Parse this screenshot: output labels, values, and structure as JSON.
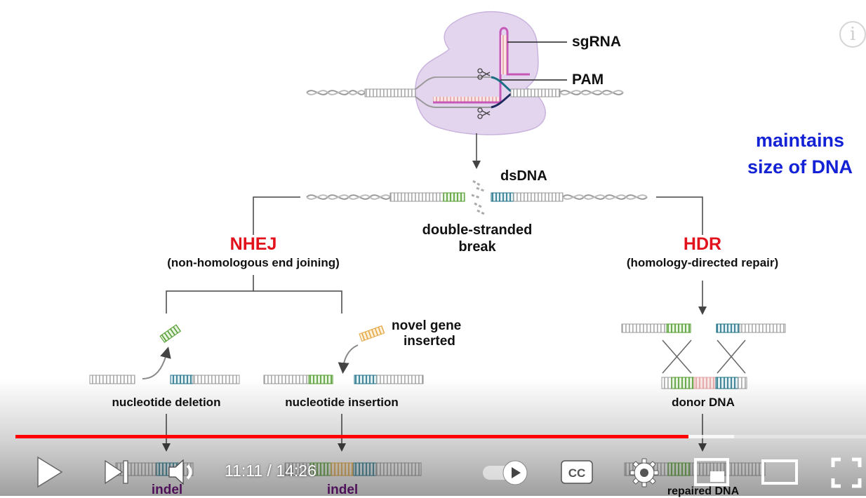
{
  "diagram": {
    "labels": {
      "sgrna": "sgRNA",
      "pam": "PAM",
      "maintains": "maintains",
      "size_of_dna": "size of DNA",
      "dsdna": "dsDNA",
      "dsb_line1": "double-stranded",
      "dsb_line2": "break",
      "nhej": "NHEJ",
      "nhej_full": "(non-homologous end joining)",
      "hdr": "HDR",
      "hdr_full": "(homology-directed repair)",
      "novel_line1": "novel gene",
      "novel_line2": "inserted",
      "deletion": "nucleotide deletion",
      "insertion": "nucleotide insertion",
      "donor": "donor DNA",
      "indel_left": "indel",
      "indel_right": "indel",
      "repaired": "repaired DNA"
    },
    "colors": {
      "red_label": "#e1121b",
      "blue_label": "#1422d6",
      "indel_purple": "#7a1b8a",
      "sgrna_pink": "#c659b8",
      "green_block": "#4d9a2a",
      "teal_block": "#1d6f86",
      "orange_block": "#e5a43b"
    }
  },
  "player": {
    "time_current": "11:11",
    "time_separator": " / ",
    "time_total": "14:26",
    "progress_played": 0.791,
    "progress_buffered": 0.845,
    "accent_color": "#ff0000",
    "icons": {
      "play": "play-icon",
      "next": "next-icon",
      "volume": "volume-icon",
      "autoplay": "autoplay-toggle-icon",
      "captions": "cc-icon",
      "settings": "gear-icon",
      "miniplayer": "miniplayer-icon",
      "theater": "theater-icon",
      "fullscreen": "fullscreen-icon",
      "info": "info-icon"
    },
    "info_glyph": "i",
    "captions_glyph": "CC"
  }
}
